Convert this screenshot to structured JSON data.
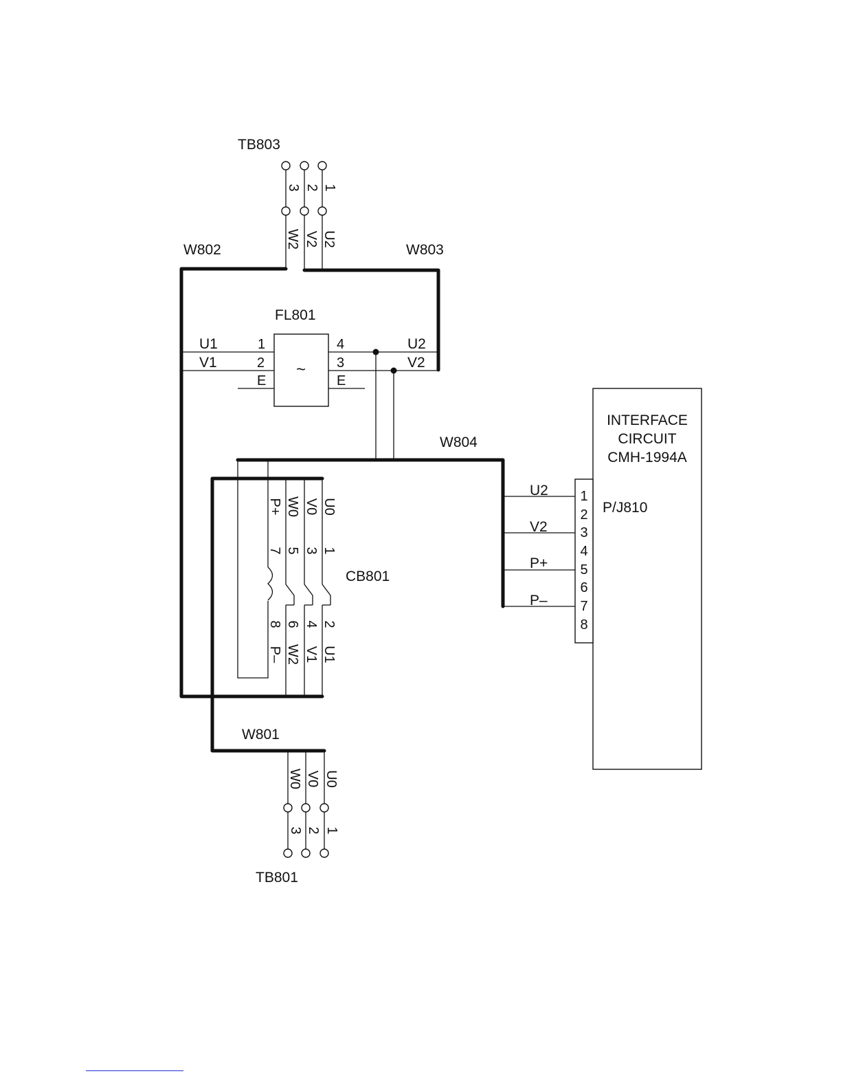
{
  "components": {
    "tb803": {
      "ref": "TB803",
      "pins": [
        "3",
        "2",
        "1"
      ],
      "wires": [
        "W2",
        "V2",
        "U2"
      ]
    },
    "tb801": {
      "ref": "TB801",
      "pins": [
        "3",
        "2",
        "1"
      ],
      "wires": [
        "W0",
        "V0",
        "U0"
      ]
    },
    "fl801": {
      "ref": "FL801",
      "symbol": "~",
      "left_nets": [
        "U1",
        "V1"
      ],
      "left_pins": [
        "1",
        "2",
        "E"
      ],
      "right_pins": [
        "4",
        "3",
        "E"
      ],
      "right_nets": [
        "U2",
        "V2"
      ]
    },
    "cb801": {
      "ref": "CB801",
      "top_nets": [
        "P+",
        "W0",
        "V0",
        "U0"
      ],
      "top_pins": [
        "7",
        "5",
        "3",
        "1"
      ],
      "bottom_pins": [
        "8",
        "6",
        "4",
        "2"
      ],
      "bottom_nets": [
        "P–",
        "W2",
        "V1",
        "U1"
      ]
    },
    "interface": {
      "lines": [
        "INTERFACE",
        "CIRCUIT",
        "CMH-1994A"
      ],
      "connector": "P/J810",
      "pins": [
        "1",
        "2",
        "3",
        "4",
        "5",
        "6",
        "7",
        "8"
      ],
      "signals": [
        "U2",
        "V2",
        "P+",
        "P–"
      ]
    }
  },
  "harnesses": [
    "W801",
    "W802",
    "W803",
    "W804"
  ]
}
